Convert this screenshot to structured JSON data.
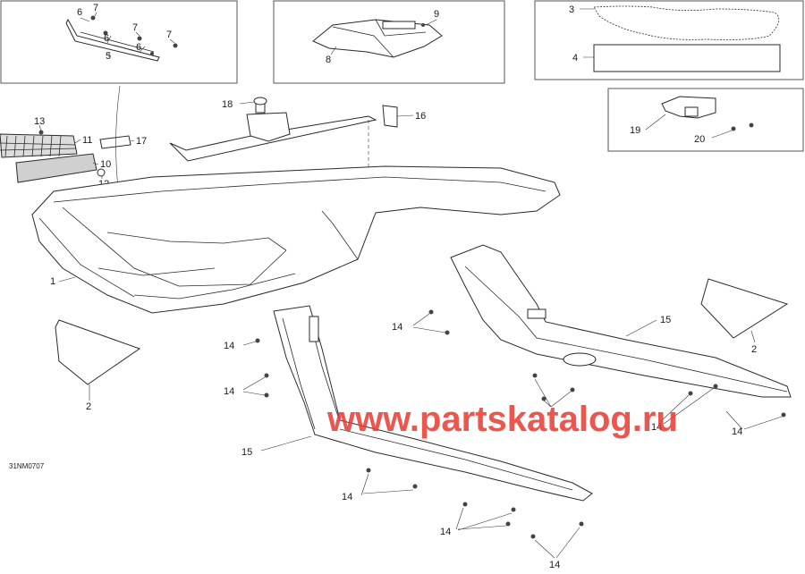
{
  "drawing_code": "31NM0707",
  "watermark": "www.partskatalog.ru",
  "callouts": {
    "c1": "1",
    "c2a": "2",
    "c2b": "2",
    "c3": "3",
    "c4": "4",
    "c5": "5",
    "c6a": "6",
    "c6b": "6",
    "c6c": "6",
    "c7a": "7",
    "c7b": "7",
    "c7c": "7",
    "c8": "8",
    "c9": "9",
    "c10": "10",
    "c11": "11",
    "c12": "12",
    "c13": "13",
    "c15a": "15",
    "c15b": "15",
    "c16": "16",
    "c17": "17",
    "c18": "18",
    "c19": "19",
    "c20": "20",
    "c14a": "14",
    "c14b": "14",
    "c14c": "14",
    "c14d": "14",
    "c14e": "14",
    "c14f": "14",
    "c14g": "14",
    "c14h": "14"
  }
}
